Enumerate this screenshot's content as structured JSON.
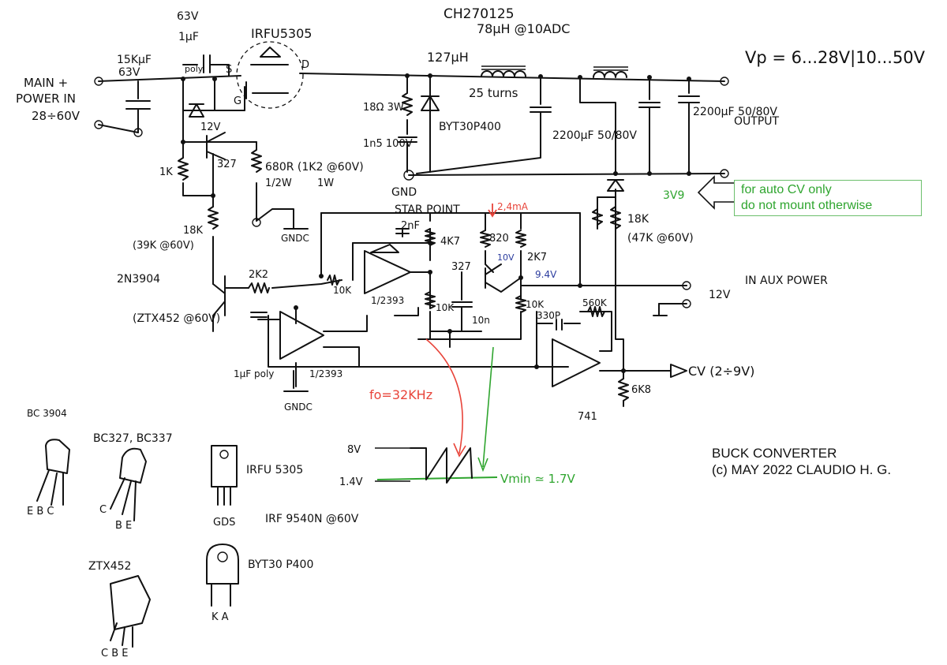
{
  "colors": {
    "ink": "#111111",
    "red_note": "#e8443a",
    "blue_note": "#2b3c9e",
    "green_note": "#2fa52f"
  },
  "header": {
    "inductor1_part": "CH270125",
    "inductor1_spec": "78µH @10ADC",
    "inductor2_value": "127µH",
    "vout_range": "Vp = 6...28V|10...50V"
  },
  "input": {
    "label_main": "MAIN +",
    "label_power": "POWER IN",
    "range": "28÷60V",
    "cap_value": "15KµF",
    "cap_voltage": "63V"
  },
  "top_parts": {
    "cap_voltage": "63V",
    "cap_value": "1µF",
    "cap_type": "poly",
    "mosfet": "IRFU5305",
    "pin_s": "S",
    "pin_d": "D",
    "pin_g": "G",
    "zener": "12V",
    "q_pnp": "327",
    "r_1k": "1K",
    "r_680": "680R (1K2 @60V)",
    "r_680_power": "1/2W",
    "r_680_power_alt": "1W",
    "gndc": "GNDC",
    "r_18k": "18K",
    "r_18k_alt": "(39K @60V)",
    "q_2n3904": "2N3904",
    "q_ztx": "(ZTX452 @60V)"
  },
  "power_stage": {
    "snub_r": "18Ω 3W",
    "snub_c": "1n5 100V",
    "diode": "BYT30P400",
    "l1_turns": "25 turns",
    "c1": "2200µF 50/80V",
    "c2": "2200µF 50/80V",
    "output_label": "OUTPUT",
    "gnd": "GND",
    "star": "STAR POINT",
    "star_current": "2,4mA"
  },
  "cv_note": {
    "zener": "3V9",
    "line1": "for auto CV only",
    "line2": "do not mount otherwise",
    "r_18k": "18K",
    "r_18k_alt": "(47K @60V)"
  },
  "control": {
    "r_2k2": "2K2",
    "r_10k_a": "10K",
    "c_2nf": "2nF",
    "r_4k7": "4K7",
    "r_820": "820",
    "r_2k7": "2K7",
    "q_327": "327",
    "v_10": "10V",
    "v_94": "9.4V",
    "comp_top": "1/2393",
    "r_10k_b": "10K",
    "c_10n": "10n",
    "r_10k_c": "10K",
    "c_330p": "330P",
    "r_560k": "560K",
    "aux_label": "IN AUX POWER",
    "aux_v": "12V",
    "comp_bot": "1/2393",
    "c_1uf": "1µF poly",
    "gndc": "GNDC",
    "opamp": "741",
    "r_6k8": "6K8",
    "cv_out": "CV (2÷9V)",
    "freq": "fo=32KHz",
    "wave_high": "8V",
    "wave_low": "1.4V",
    "vmin": "Vmin ≃ 1.7V"
  },
  "pinouts": {
    "bc3904": "BC 3904",
    "bc3904_pins": "E B C",
    "bc327": "BC327, BC337",
    "bc327_pins_c": "C",
    "bc327_pins_be": "B E",
    "ztx": "ZTX452",
    "ztx_pins": "C B E",
    "irfu": "IRFU 5305",
    "irfu_pins": "GDS",
    "irf_alt": "IRF 9540N @60V",
    "byt": "BYT30 P400",
    "byt_pins": "K A"
  },
  "credit": {
    "line1": "BUCK CONVERTER",
    "line2": "(c) MAY 2022 CLAUDIO H. G."
  }
}
